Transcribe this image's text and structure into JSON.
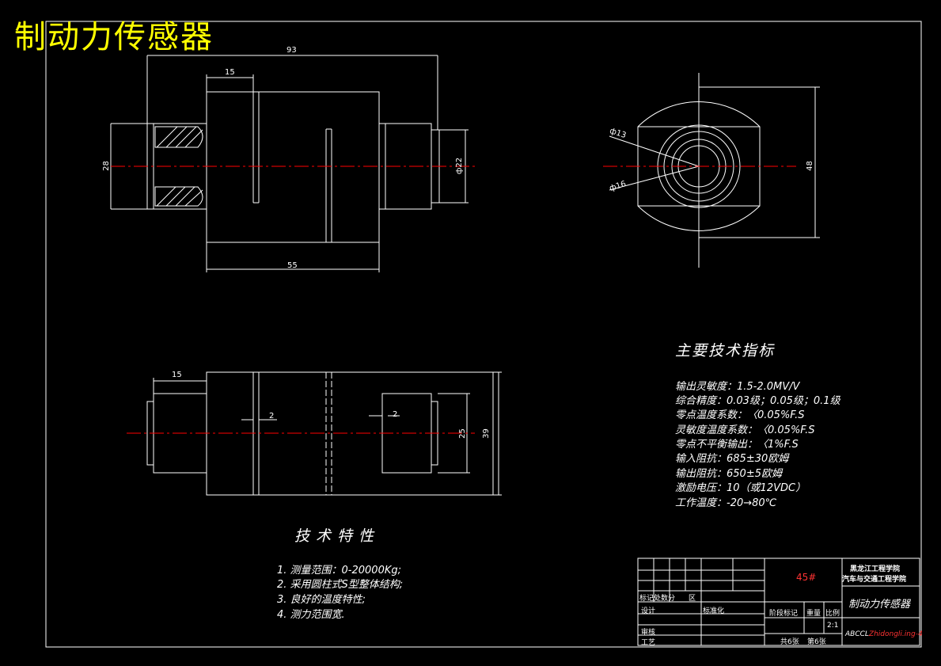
{
  "title": "制动力传感器",
  "dims": {
    "top_width": "93",
    "top_slot": "15",
    "top_body": "55",
    "left_dia": "28",
    "right_dia": "ф22",
    "side_height": "48",
    "side_d13": "ф13",
    "side_d16": "ф16",
    "bottom_slot": "15",
    "gap1": "2",
    "gap2": "2",
    "inner_h": "25",
    "outer_h": "39"
  },
  "specs": {
    "heading": "主要技术指标",
    "items": [
      "输出灵敏度：1.5-2.0MV/V",
      "综合精度：0.03级；0.05级；0.1级",
      "零点温度系数：〈0.05%F.S",
      "灵敏度温度系数：〈0.05%F.S",
      "零点不平衡输出：〈1%F.S",
      "输入阻抗：685±30欧姆",
      "输出阻抗：650±5欧姆",
      "激励电压：10（或12VDC）",
      "工作温度：-20→80℃"
    ]
  },
  "features": {
    "heading": "技术特性",
    "items": [
      "1. 测量范围：0-20000Kg;",
      "2. 采用圆柱式S型整体结构;",
      "3. 良好的温度特性;",
      "4. 测力范围宽."
    ]
  },
  "title_block": {
    "material": "45#",
    "school_line1": "黑龙江工程学院",
    "school_line2": "汽车与交通工程学院",
    "drawing_name": "制动力传感器",
    "row_marks": "标记处数分",
    "row_marks2": "区",
    "design": "设计",
    "std": "标准化",
    "stage": "阶段标记",
    "weight": "重量",
    "scale": "比例",
    "scale_value": "2:1",
    "review": "审核",
    "process": "工艺",
    "sheets": "共6张",
    "sheet_no": "第6张",
    "code": "ABCCL",
    "code_red": "Zhidongli.ing-4"
  },
  "colors": {
    "line": "#ffffff",
    "centerline": "#ff0000",
    "title": "#ffff00"
  }
}
